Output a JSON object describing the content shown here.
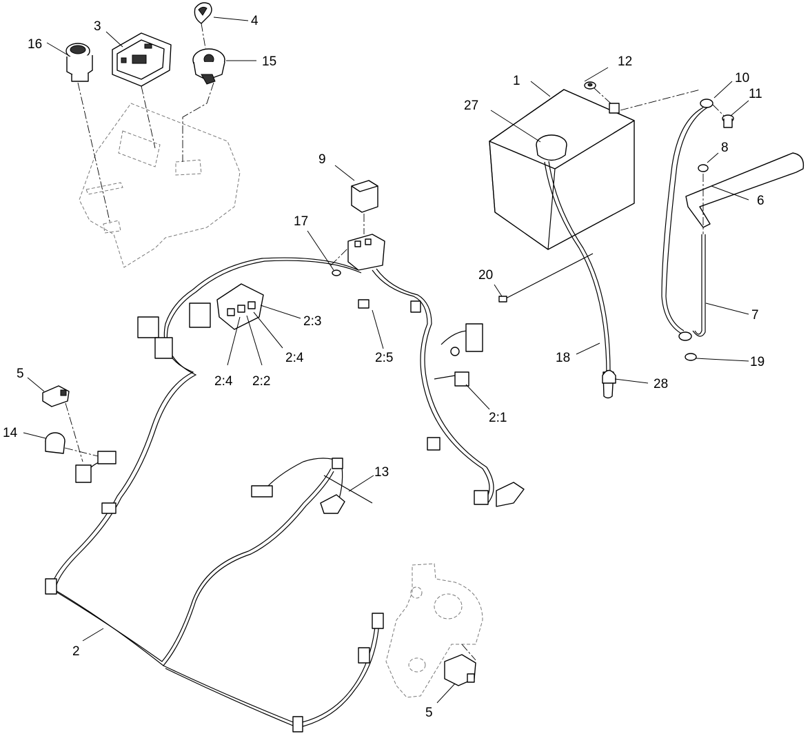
{
  "callouts": {
    "c1": "1",
    "c2": "2",
    "c2_1": "2:1",
    "c2_2": "2:2",
    "c2_3": "2:3",
    "c2_4a": "2:4",
    "c2_4b": "2:4",
    "c2_5": "2:5",
    "c3": "3",
    "c4": "4",
    "c5a": "5",
    "c5b": "5",
    "c6": "6",
    "c7": "7",
    "c8": "8",
    "c9": "9",
    "c10": "10",
    "c11": "11",
    "c12": "12",
    "c13": "13",
    "c14": "14",
    "c15": "15",
    "c16": "16",
    "c17": "17",
    "c18": "18",
    "c19": "19",
    "c20": "20",
    "c27": "27",
    "c28": "28"
  }
}
